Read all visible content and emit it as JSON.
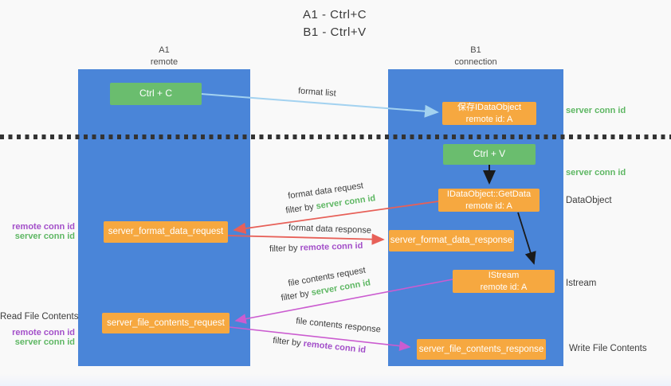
{
  "title": {
    "line1": "A1 - Ctrl+C",
    "line2": "B1 - Ctrl+V"
  },
  "columns": {
    "a1": {
      "name": "A1",
      "subtitle": "remote"
    },
    "b1": {
      "name": "B1",
      "subtitle": "connection"
    }
  },
  "nodes": {
    "ctrl_c": {
      "label": "Ctrl + C"
    },
    "ctrl_v": {
      "label": "Ctrl + V"
    },
    "save_dataobject": {
      "line1": "保存IDataObject",
      "line2": "remote id: A"
    },
    "getdata": {
      "line1": "IDataObject::GetData",
      "line2": "remote id: A"
    },
    "istream": {
      "line1": "IStream",
      "line2": "remote id: A"
    },
    "format_request": {
      "label": "server_format_data_request"
    },
    "format_response": {
      "label": "server_format_data_response"
    },
    "file_request": {
      "label": "server_file_contents_request"
    },
    "file_response": {
      "label": "server_file_contents_response"
    }
  },
  "arrows": {
    "format_list": {
      "label": "format list"
    },
    "format_data_request": {
      "label": "format data request",
      "filter_prefix": "filter by ",
      "filter_key": "server conn id"
    },
    "format_data_response": {
      "label": "format data response",
      "filter_prefix": "filter by ",
      "filter_key": "remote conn id"
    },
    "file_contents_request": {
      "label": "file contents request",
      "filter_prefix": "filter by ",
      "filter_key": "server conn id"
    },
    "file_contents_response": {
      "label": "file contents response",
      "filter_prefix": "filter by ",
      "filter_key": "remote conn id"
    }
  },
  "side_labels": {
    "right_server_conn_id_top": "server conn id",
    "right_server_conn_id_mid": "server conn id",
    "right_dataobject": "DataObject",
    "right_istream": "Istream",
    "right_write_file": "Write File Contents",
    "left_remote_conn_id_top": "remote conn id",
    "left_server_conn_id_top": "server conn id",
    "left_read_file": "Read File Contents",
    "left_remote_conn_id_bottom": "remote conn id",
    "left_server_conn_id_bottom": "server conn id"
  },
  "colors": {
    "lane_blue": "#4a85d8",
    "node_green": "#6abd6e",
    "node_orange": "#f6a840",
    "arrow_blue": "#a3d2f0",
    "arrow_red": "#e76058",
    "arrow_magenta": "#cb5cd0",
    "arrow_black": "#1a1a1a",
    "text_green": "#5eb763",
    "text_purple": "#a34fc9",
    "text_dark": "#3c3c3c"
  }
}
